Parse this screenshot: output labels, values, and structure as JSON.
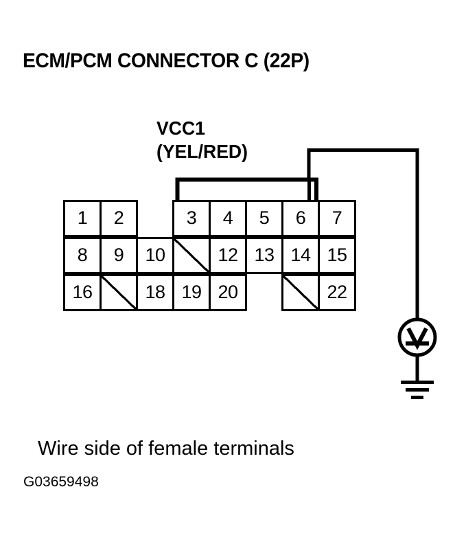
{
  "title": "ECM/PCM CONNECTOR C (22P)",
  "signal": {
    "name": "VCC1",
    "wire_color": "(YEL/RED)",
    "probed_terminal": "6"
  },
  "connector": {
    "rows": [
      [
        {
          "label": "1",
          "type": "terminal"
        },
        {
          "label": "2",
          "type": "terminal"
        },
        {
          "label": "",
          "type": "gap"
        },
        {
          "label": "3",
          "type": "terminal"
        },
        {
          "label": "4",
          "type": "terminal"
        },
        {
          "label": "5",
          "type": "terminal"
        },
        {
          "label": "6",
          "type": "terminal"
        },
        {
          "label": "7",
          "type": "terminal"
        }
      ],
      [
        {
          "label": "8",
          "type": "terminal"
        },
        {
          "label": "9",
          "type": "terminal"
        },
        {
          "label": "10",
          "type": "terminal"
        },
        {
          "label": "",
          "type": "unused"
        },
        {
          "label": "12",
          "type": "terminal"
        },
        {
          "label": "13",
          "type": "terminal"
        },
        {
          "label": "14",
          "type": "terminal"
        },
        {
          "label": "15",
          "type": "terminal"
        }
      ],
      [
        {
          "label": "16",
          "type": "terminal"
        },
        {
          "label": "",
          "type": "unused"
        },
        {
          "label": "18",
          "type": "terminal"
        },
        {
          "label": "19",
          "type": "terminal"
        },
        {
          "label": "20",
          "type": "terminal"
        },
        {
          "label": "",
          "type": "gap"
        },
        {
          "label": "",
          "type": "unused"
        },
        {
          "label": "22",
          "type": "terminal"
        }
      ]
    ]
  },
  "meter": {
    "type": "voltmeter",
    "symbol": "V",
    "ground": "chassis-ground"
  },
  "caption": "Wire side of female terminals",
  "figure_id": "G03659498",
  "colors": {
    "ink": "#000000",
    "background": "#ffffff"
  }
}
